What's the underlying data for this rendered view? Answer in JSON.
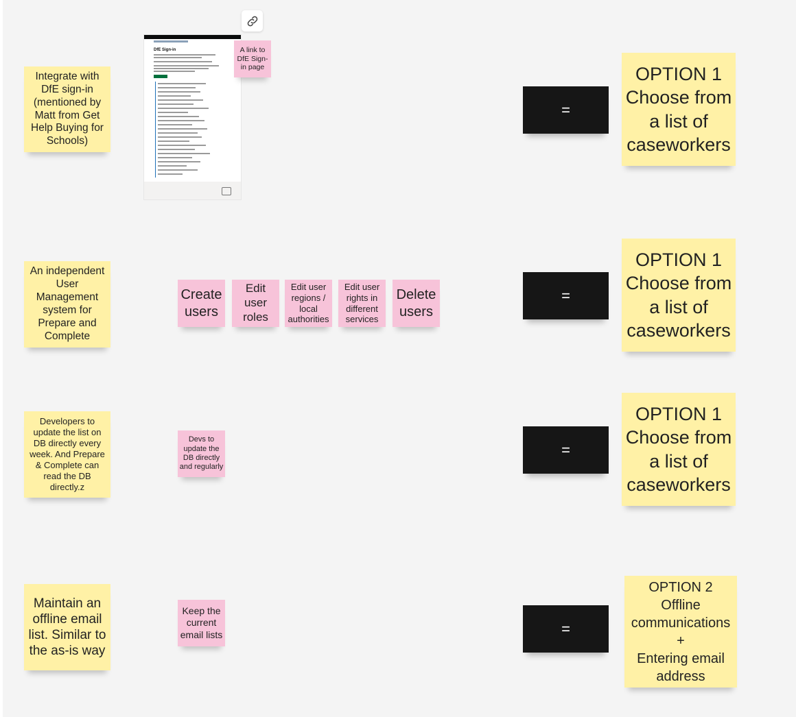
{
  "rows": [
    {
      "approach": "Integrate with DfE sign-in (mentioned by Matt from Get Help Buying for Schools)",
      "equals": "=",
      "option": {
        "title": "OPTION 1",
        "body": "Choose from a list of caseworkers"
      }
    },
    {
      "approach": "An independent User Management system for Prepare and Complete",
      "equals": "=",
      "option": {
        "title": "OPTION 1",
        "body": "Choose from a list of caseworkers"
      }
    },
    {
      "approach": "Developers to update the list on DB directly every week. And Prepare & Complete can read the DB directly.z",
      "equals": "=",
      "option": {
        "title": "OPTION 1",
        "body": "Choose from a list of caseworkers"
      }
    },
    {
      "approach": "Maintain an offline email list. Similar to the as-is way",
      "equals": "=",
      "option": {
        "title": "OPTION 2",
        "line1": "Offline communications",
        "plus": "+",
        "line2": "Entering email address"
      }
    }
  ],
  "notes": {
    "link_note": "A link to DfE Sign-in page",
    "create_users": "Create users",
    "edit_user_roles": "Edit user roles",
    "edit_user_regions": "Edit user regions / local authorities",
    "edit_user_rights": "Edit user rights in different services",
    "delete_users": "Delete users",
    "devs_update": "Devs to update the DB directly and regularly",
    "keep_lists": "Keep the current email lists"
  },
  "screenshot": {
    "title": "DfE Sign-in",
    "icon": "link-icon"
  },
  "colors": {
    "yellow": "#fff1a6",
    "pink": "#f7c3d9",
    "black": "#161616",
    "board": "#f4f4f4"
  }
}
